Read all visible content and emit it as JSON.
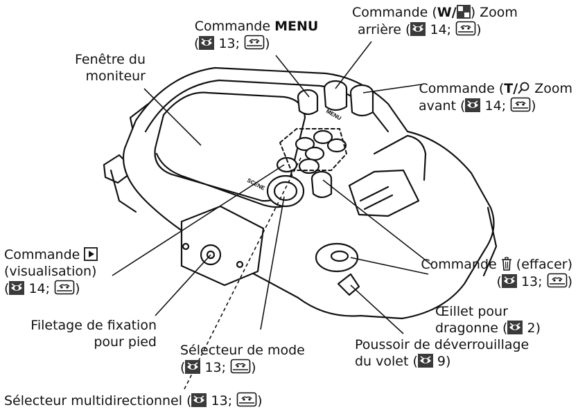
{
  "labels": {
    "monitor": [
      "Fenêtre du",
      "moniteur"
    ],
    "menu": {
      "l1a": "Commande ",
      "l1b": "MENU",
      "l2a": "(",
      "l2b": " 13; ",
      "l2c": ")"
    },
    "zoom_w": {
      "l1a": "Commande (",
      "l1b": "W/",
      "l1c": ") Zoom",
      "l2a": "arrière (",
      "l2b": " 14; ",
      "l2c": ")"
    },
    "zoom_t": {
      "l1a": "Commande (",
      "l1b": "T/",
      "l1c": " Zoom",
      "l2a": "avant (",
      "l2b": " 14; ",
      "l2c": ")"
    },
    "play": {
      "l1a": "Commande ",
      "l2": "(visualisation)",
      "l3a": "(",
      "l3b": " 14; ",
      "l3c": ")"
    },
    "delete": {
      "l1a": "Commande ",
      "l1b": " (effacer)",
      "l2a": "(",
      "l2b": " 13; ",
      "l2c": ")"
    },
    "eyelet": {
      "l1": "Œillet pour",
      "l2a": "dragonne (",
      "l2b": " 2)"
    },
    "tripod": [
      "Filetage de fixation",
      "pour pied"
    ],
    "mode": {
      "l1": "Sélecteur de mode",
      "l2a": "(",
      "l2b": " 13; ",
      "l2c": ")"
    },
    "latch": {
      "l1": "Poussoir de déverrouillage",
      "l2a": "du volet (",
      "l2b": " 9)"
    },
    "multi": {
      "l1a": "Sélecteur multidirectionnel (",
      "l1b": " 13; ",
      "l1c": ")"
    }
  },
  "camera_marks": {
    "menu": "MENU",
    "scene": "SCENE"
  },
  "icons": {
    "page_ref": "eye-reference-icon",
    "manual_ref": "book-reference-icon",
    "play": "play-button-icon",
    "trash": "trash-icon",
    "thumbnail": "thumbnail-grid-icon",
    "magnifier": "magnifier-icon"
  },
  "colors": {
    "ink": "#111111",
    "ref_icon_bg": "#3a3a3a"
  }
}
